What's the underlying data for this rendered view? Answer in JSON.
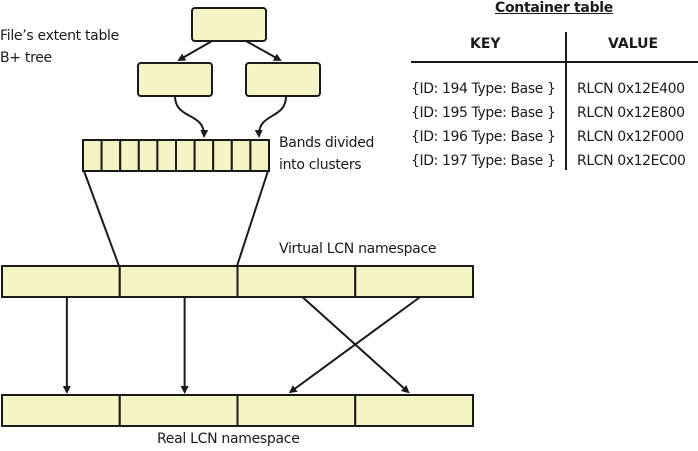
{
  "labels": {
    "extent_table": "File’s extent table",
    "bplus_tree": "B+ tree",
    "bands_line1": "Bands divided",
    "bands_line2": "into clusters",
    "virtual_ns": "Virtual LCN namespace",
    "real_ns": "Real LCN namespace"
  },
  "container_table": {
    "title": "Container table",
    "headers": [
      "KEY",
      "VALUE"
    ],
    "rows": [
      {
        "key": "{ID: 194 Type: Base }",
        "value": "RLCN 0x12E400"
      },
      {
        "key": "{ID: 195 Type: Base }",
        "value": "RLCN 0x12E800"
      },
      {
        "key": "{ID: 196 Type: Base }",
        "value": "RLCN 0x12F000"
      },
      {
        "key": "{ID: 197 Type: Base }",
        "value": "RLCN 0x12EC00"
      }
    ]
  },
  "diagram": {
    "fill_color": "#f5f4c4",
    "stroke_color": "#1a1a1a",
    "cluster_count": 10,
    "virtual_bands": 4,
    "real_bands": 4,
    "mapping": [
      [
        0,
        0
      ],
      [
        1,
        1
      ],
      [
        2,
        3
      ],
      [
        3,
        2
      ]
    ]
  }
}
